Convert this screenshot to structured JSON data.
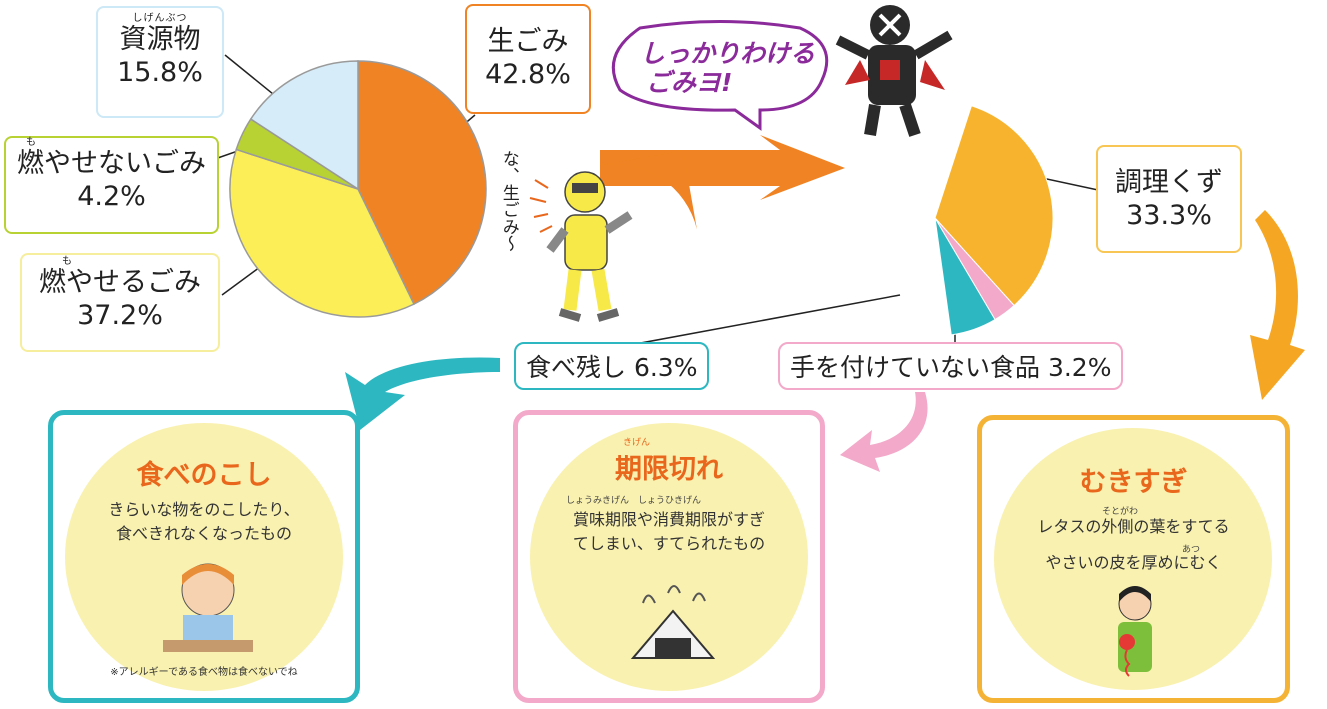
{
  "chart_data": [
    {
      "type": "pie",
      "slices": [
        {
          "label": "生ごみ",
          "value": 42.8,
          "pct": "42.8%",
          "color": "#f08323"
        },
        {
          "label": "燃やせるごみ",
          "value": 37.2,
          "pct": "37.2%",
          "color": "#fcee57"
        },
        {
          "label": "燃やせないごみ",
          "value": 4.2,
          "pct": "4.2%",
          "color": "#b9d233"
        },
        {
          "label": "資源物",
          "value": 15.8,
          "pct": "15.8%",
          "color": "#d6ecf8"
        }
      ]
    },
    {
      "type": "pie",
      "slices": [
        {
          "label": "調理くず",
          "value": 33.3,
          "pct": "33.3%",
          "color": "#f7b32d"
        },
        {
          "label": "手を付けていない食品",
          "value": 3.2,
          "pct": "3.2%",
          "color": "#f3a9c9"
        },
        {
          "label": "食べ残し",
          "value": 6.3,
          "pct": "6.3%",
          "color": "#2cb7c1"
        }
      ]
    }
  ],
  "labels": {
    "shigenbutsu": {
      "ruby": "しげんぶつ",
      "name": "資源物",
      "pct": "15.8%"
    },
    "namagomi": {
      "name": "生ごみ",
      "pct": "42.8%"
    },
    "moyasenai": {
      "ruby": "も",
      "name": "燃やせないごみ",
      "pct": "4.2%"
    },
    "moyaseru": {
      "ruby": "も",
      "name": "燃やせるごみ",
      "pct": "37.2%"
    },
    "chouri": {
      "name": "調理くず",
      "pct": "33.3%"
    },
    "tabenokoshi": "食べ残し 6.3%",
    "tetsukezu": "手を付けていない食品 3.2%"
  },
  "speech": {
    "line1": "しっかりわける",
    "line2": "ごみヨ!"
  },
  "hero_text": "な、生ごみ〜",
  "cards": {
    "tabenokoshi": {
      "title": "食べのこし",
      "line1": "きらいな物をのこしたり、",
      "line2": "食べきれなくなったもの",
      "note": "※アレルギーである食べ物は食べないでね"
    },
    "kigengire": {
      "title_ruby": "きげん",
      "title": "期限切れ",
      "text_ruby": "しょうみきげん　しょうひきげん",
      "line1": "賞味期限や消費期限がすぎ",
      "line2": "てしまい、すてられたもの"
    },
    "mukisugi": {
      "title": "むきすぎ",
      "ruby1": "そとがわ",
      "line1": "レタスの外側の葉をすてる",
      "ruby2": "あつ",
      "line2": "やさいの皮を厚めにむく"
    }
  },
  "colors": {
    "orange": "#f08323",
    "yellow": "#fcee57",
    "green": "#b9d233",
    "lightblue": "#d6ecf8",
    "teal": "#2cb7c1",
    "pink": "#f3a9c9",
    "gold": "#f7b32d",
    "card_bg": "#f9f1b0",
    "title_orange": "#e9671c"
  }
}
